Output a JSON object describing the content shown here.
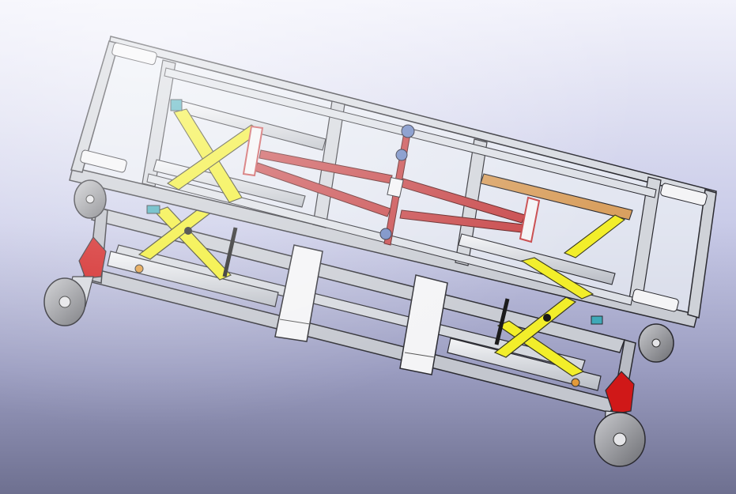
{
  "scene": {
    "view": "isometric-cad-render",
    "subject": "scissor-lift-cart-assembly"
  },
  "colors": {
    "frame": "#cfd2d8",
    "frame_edge": "#2a2a30",
    "glass": "#e9edf3",
    "scissor_yellow": "#f2ee2a",
    "actuator_red": "#c8484a",
    "rail_orange": "#d9a060",
    "wheel": "#8f9094",
    "caster_red": "#d01818",
    "hydraulic_black": "#1a1a1a",
    "bracket_teal": "#3fa9b8"
  },
  "components": {
    "top_frame": "top-frame",
    "bottom_frame": "bottom-frame",
    "wheels_count": 4,
    "scissor_count": 4,
    "actuator_links": 4
  }
}
